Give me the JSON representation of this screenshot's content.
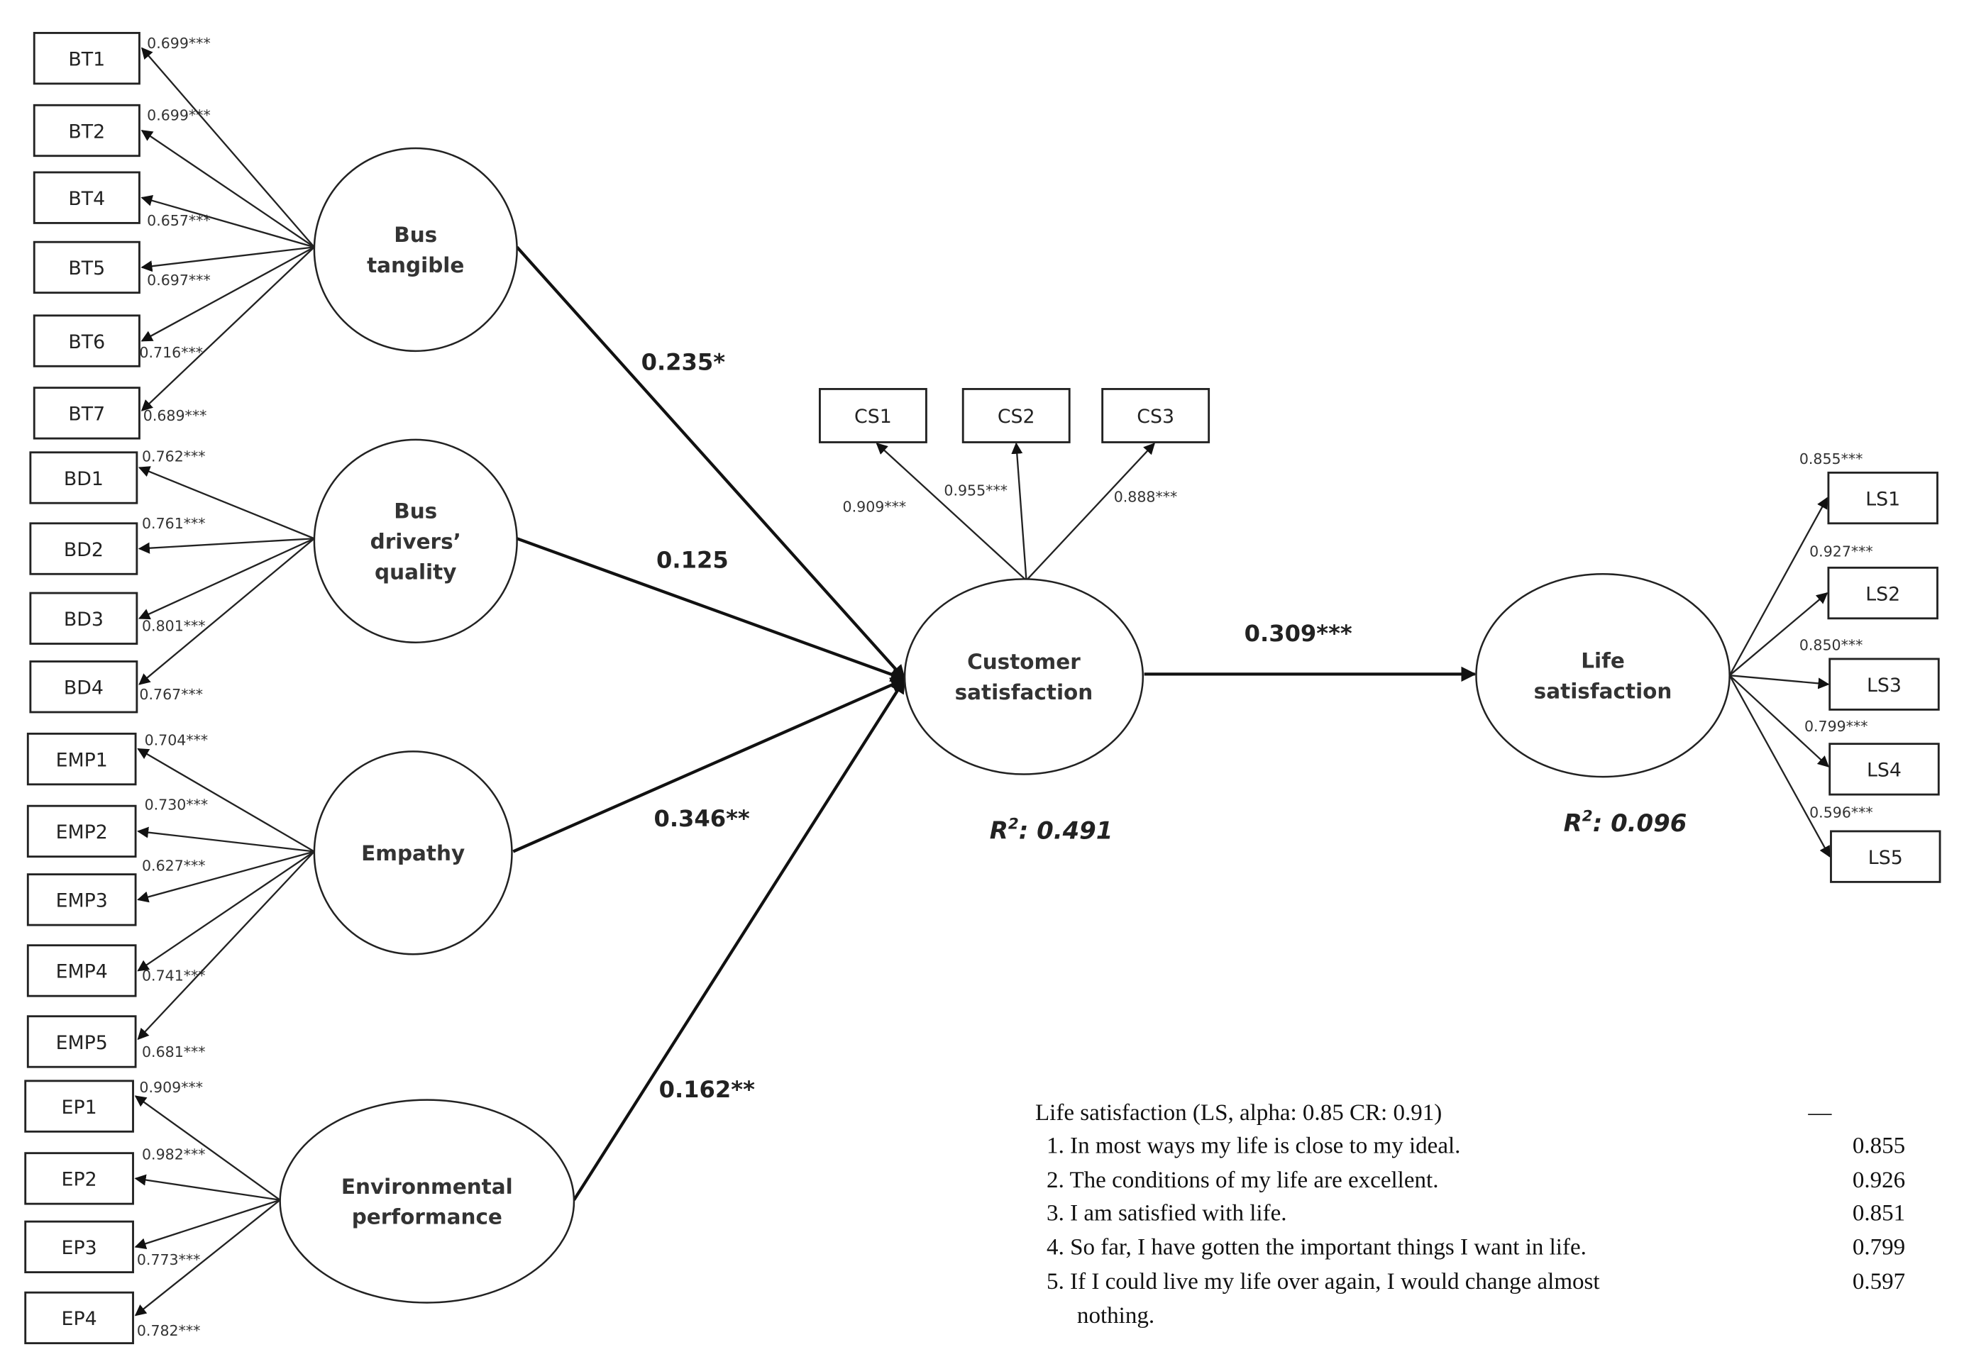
{
  "figure": {
    "latents": [
      {
        "id": "BT",
        "lines": [
          "Bus",
          "tangible"
        ]
      },
      {
        "id": "BD",
        "lines": [
          "Bus",
          "drivers’",
          "quality"
        ]
      },
      {
        "id": "EMP",
        "lines": [
          "Empathy"
        ]
      },
      {
        "id": "EP",
        "lines": [
          "Environmental",
          "performance"
        ]
      },
      {
        "id": "CS",
        "lines": [
          "Customer",
          "satisfaction"
        ]
      },
      {
        "id": "LS",
        "lines": [
          "Life",
          "satisfaction"
        ]
      }
    ],
    "indicators": {
      "BT": [
        {
          "label": "BT1",
          "loading": "0.699***"
        },
        {
          "label": "BT2",
          "loading": "0.699***"
        },
        {
          "label": "BT4",
          "loading": "0.657***"
        },
        {
          "label": "BT5",
          "loading": "0.697***"
        },
        {
          "label": "BT6",
          "loading": "0.716***"
        },
        {
          "label": "BT7",
          "loading": "0.689***"
        }
      ],
      "BD": [
        {
          "label": "BD1",
          "loading": "0.762***"
        },
        {
          "label": "BD2",
          "loading": "0.761***"
        },
        {
          "label": "BD3",
          "loading": "0.801***"
        },
        {
          "label": "BD4",
          "loading": "0.767***"
        }
      ],
      "EMP": [
        {
          "label": "EMP1",
          "loading": "0.704***"
        },
        {
          "label": "EMP2",
          "loading": "0.730***"
        },
        {
          "label": "EMP3",
          "loading": "0.627***"
        },
        {
          "label": "EMP4",
          "loading": "0.741***"
        },
        {
          "label": "EMP5",
          "loading": "0.681***"
        }
      ],
      "EP": [
        {
          "label": "EP1",
          "loading": "0.909***"
        },
        {
          "label": "EP2",
          "loading": "0.982***"
        },
        {
          "label": "EP3",
          "loading": "0.773***"
        },
        {
          "label": "EP4",
          "loading": "0.782***"
        }
      ],
      "CS": [
        {
          "label": "CS1",
          "loading": "0.909***"
        },
        {
          "label": "CS2",
          "loading": "0.955***"
        },
        {
          "label": "CS3",
          "loading": "0.888***"
        }
      ],
      "LS": [
        {
          "label": "LS1",
          "loading": "0.855***"
        },
        {
          "label": "LS2",
          "loading": "0.927***"
        },
        {
          "label": "LS3",
          "loading": "0.850***"
        },
        {
          "label": "LS4",
          "loading": "0.799***"
        },
        {
          "label": "LS5",
          "loading": "0.596***"
        }
      ]
    },
    "paths": [
      {
        "from": "BT",
        "to": "CS",
        "coef": "0.235*"
      },
      {
        "from": "BD",
        "to": "CS",
        "coef": "0.125"
      },
      {
        "from": "EMP",
        "to": "CS",
        "coef": "0.346**"
      },
      {
        "from": "EP",
        "to": "CS",
        "coef": "0.162**"
      },
      {
        "from": "CS",
        "to": "LS",
        "coef": "0.309***"
      }
    ],
    "r_squared": [
      {
        "latent": "CS",
        "prefix": "R",
        "sup": "2",
        "value": ": 0.491"
      },
      {
        "latent": "LS",
        "prefix": "R",
        "sup": "2",
        "value": ": 0.096"
      }
    ]
  },
  "table": {
    "header": "Life satisfaction (LS, alpha: 0.85 CR: 0.91)",
    "header_value": "—",
    "items": [
      {
        "text": "1.  In most ways my life is close to my ideal.",
        "value": "0.855"
      },
      {
        "text": "2.  The conditions of my life are excellent.",
        "value": "0.926"
      },
      {
        "text": "3.  I am satisfied with life.",
        "value": "0.851"
      },
      {
        "text": "4.  So far, I have gotten the important things I want in life.",
        "value": "0.799"
      },
      {
        "text": "5.  If I could live my life over again, I would change almost",
        "value": "0.597"
      },
      {
        "text": "nothing.",
        "value": ""
      }
    ]
  }
}
